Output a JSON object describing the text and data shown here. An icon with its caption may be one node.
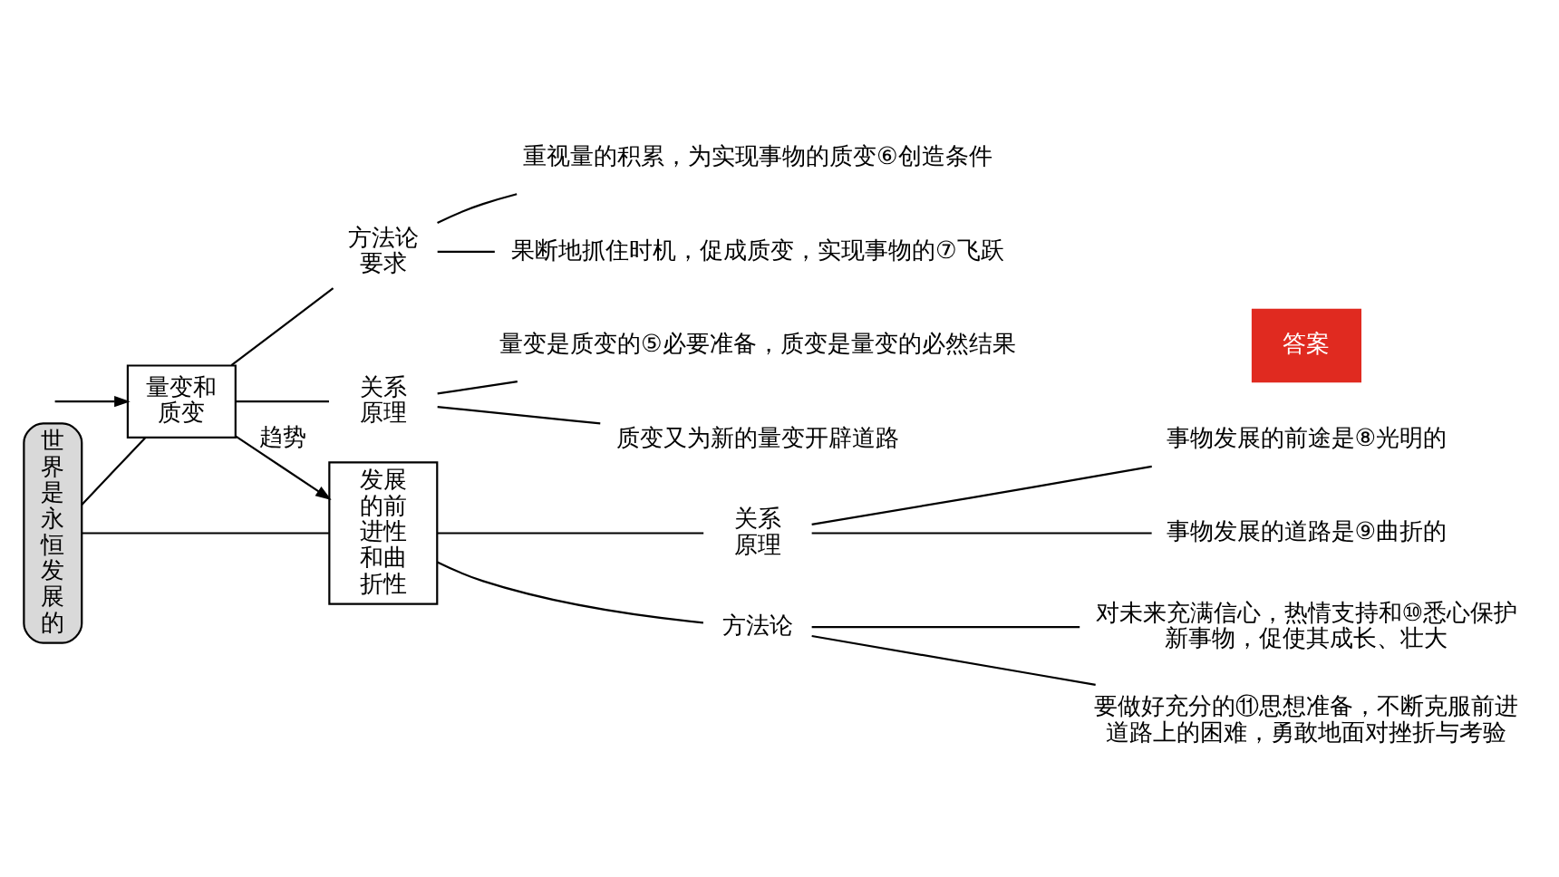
{
  "diagram": {
    "nodes": [
      {
        "text": [
          "世界是永恒发展的"
        ]
      },
      {
        "text": [
          "量变和质变"
        ]
      },
      {
        "text": [
          "关系原理"
        ]
      },
      {
        "text": [
          "量变是质变的⑤必要准备，质变是量变的必然结果"
        ]
      },
      {
        "text": [
          "质变又为新的量变开辟道路"
        ]
      },
      {
        "text": [
          "方法论要求"
        ]
      },
      {
        "text": [
          "重视量的积累，为实现事物的质变⑥创造条件"
        ]
      },
      {
        "text": [
          "果断地抓住时机，促成质变，实现事物的⑦飞跃"
        ]
      },
      {
        "text": [
          "发展的前进性和曲折性"
        ]
      },
      {
        "text": [
          "关系原理"
        ]
      },
      {
        "text": [
          "事物发展的前途是⑧光明的"
        ]
      },
      {
        "text": [
          "事物发展的道路是⑨曲折的"
        ]
      },
      {
        "text": [
          "方法论"
        ]
      },
      {
        "text": [
          "对未来充满信心，热情支持和⑩悉心保护新事物，促使其成长、壮大"
        ]
      },
      {
        "text": [
          "要做好充分的⑪思想准备，不断克服前进道路上的困难，勇敢地面对挫折与考验"
        ]
      },
      {
        "text": [
          "答案"
        ]
      }
    ],
    "edges": [
      {
        "from": null,
        "to": 1,
        "arrow": "to"
      },
      {
        "from": 0,
        "to": 1,
        "arrow": "none"
      },
      {
        "from": 0,
        "to": 8,
        "arrow": "none"
      },
      {
        "from": 1,
        "to": 8,
        "arrow": "to",
        "label": "趋势"
      },
      {
        "from": 1,
        "to": 2,
        "arrow": "none"
      },
      {
        "from": 2,
        "to": 3,
        "arrow": "none"
      },
      {
        "from": 2,
        "to": 4,
        "arrow": "none"
      },
      {
        "from": 1,
        "to": 5,
        "arrow": "none"
      },
      {
        "from": 5,
        "to": 6,
        "arrow": "none"
      },
      {
        "from": 5,
        "to": 7,
        "arrow": "none"
      },
      {
        "from": 8,
        "to": 9,
        "arrow": "none"
      },
      {
        "from": 9,
        "to": 10,
        "arrow": "none"
      },
      {
        "from": 9,
        "to": 11,
        "arrow": "none"
      },
      {
        "from": 8,
        "to": 12,
        "arrow": "none"
      },
      {
        "from": 12,
        "to": 13,
        "arrow": "none"
      },
      {
        "from": 12,
        "to": 14,
        "arrow": "none"
      }
    ]
  }
}
